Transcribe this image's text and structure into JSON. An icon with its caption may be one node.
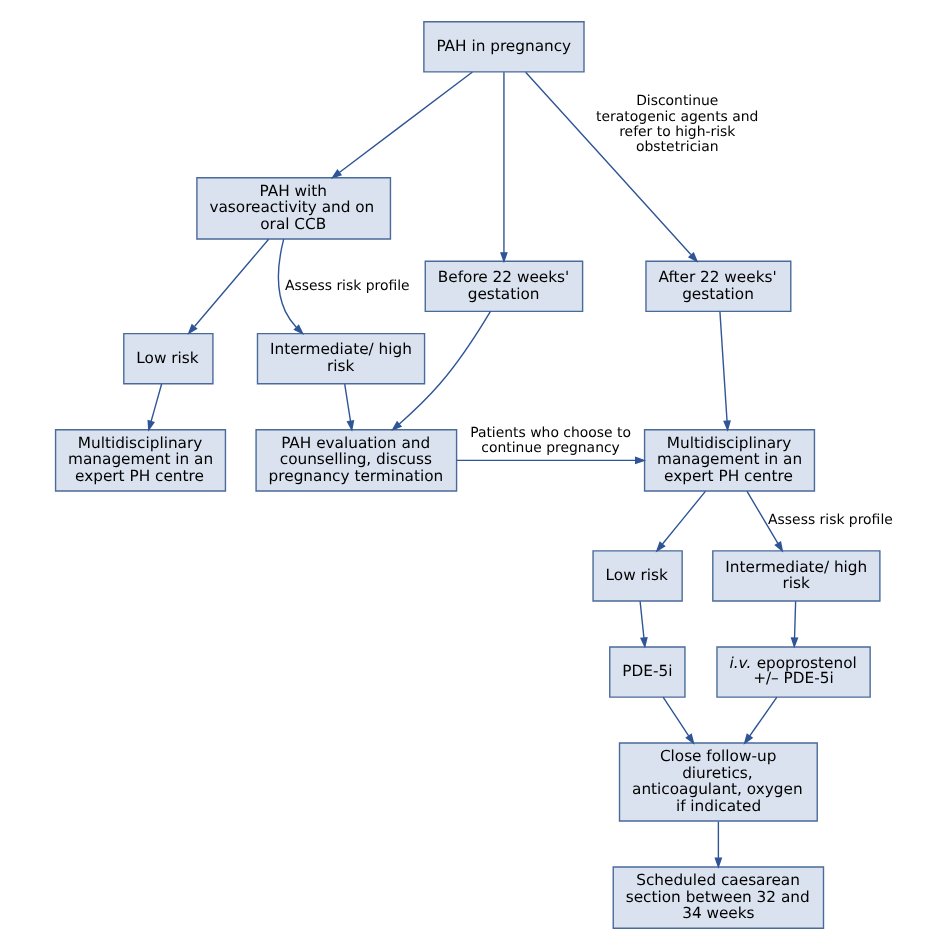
{
  "diagram": {
    "nodes": [
      {
        "text": [
          "PAH in pregnancy"
        ]
      },
      {
        "text": [
          "PAH with vasoreactivity and on oral CCB"
        ]
      },
      {
        "text": [
          "Before 22 weeks' gestation"
        ]
      },
      {
        "text": [
          "After 22 weeks' gestation"
        ]
      },
      {
        "text": [
          "Low risk"
        ]
      },
      {
        "text": [
          "Intermediate/ high risk"
        ]
      },
      {
        "text": [
          "Multidisciplinary management in an expert PH centre"
        ]
      },
      {
        "text": [
          "PAH evaluation and counselling, discuss pregnancy termination"
        ]
      },
      {
        "text": [
          "Multidisciplinary management in an expert PH centre"
        ]
      },
      {
        "text": [
          "Low risk"
        ]
      },
      {
        "text": [
          "Intermediate/ high risk"
        ]
      },
      {
        "text": [
          "PDE-5i"
        ]
      },
      {
        "text": [
          "*i.v.* epoprostenol +/– PDE-5i"
        ]
      },
      {
        "text": [
          "Close follow-up diuretics, anticoagulant, oxygen if indicated"
        ]
      },
      {
        "text": [
          "Scheduled caesarean section between 32 and 34 weeks"
        ]
      }
    ],
    "edges": [
      {
        "from": 0,
        "to": 1,
        "arrow": "to"
      },
      {
        "from": 0,
        "to": 2,
        "arrow": "to"
      },
      {
        "from": 0,
        "to": 3,
        "arrow": "to",
        "label": "Discontinue teratogenic agents and refer to high-risk obstetrician"
      },
      {
        "from": 1,
        "to": 4,
        "arrow": "to"
      },
      {
        "from": 1,
        "to": 5,
        "arrow": "to",
        "label": "Assess risk profile"
      },
      {
        "from": 4,
        "to": 6,
        "arrow": "to"
      },
      {
        "from": 5,
        "to": 7,
        "arrow": "to"
      },
      {
        "from": 2,
        "to": 7,
        "arrow": "to"
      },
      {
        "from": 3,
        "to": 8,
        "arrow": "to"
      },
      {
        "from": 7,
        "to": 8,
        "arrow": "to",
        "label": "Patients who choose to continue pregnancy"
      },
      {
        "from": 8,
        "to": 9,
        "arrow": "to"
      },
      {
        "from": 8,
        "to": 10,
        "arrow": "to",
        "label": "Assess risk profile"
      },
      {
        "from": 9,
        "to": 11,
        "arrow": "to"
      },
      {
        "from": 10,
        "to": 12,
        "arrow": "to"
      },
      {
        "from": 11,
        "to": 13,
        "arrow": "to"
      },
      {
        "from": 12,
        "to": 13,
        "arrow": "to"
      },
      {
        "from": 13,
        "to": 14,
        "arrow": "to"
      }
    ]
  }
}
